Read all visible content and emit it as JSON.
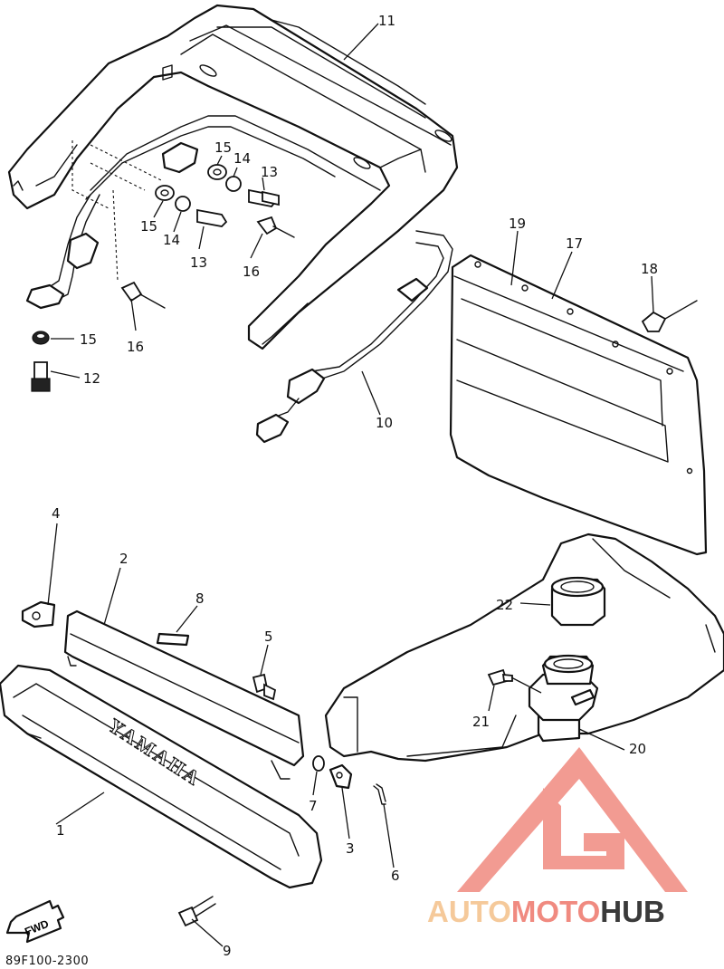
{
  "diagram_code": "89F100-2300",
  "brand_marking": "YAMAHA",
  "fwd_label": "FWD",
  "watermark": {
    "part1": "AUTO",
    "part2": "MOTO",
    "part3": "HUB",
    "color_light": "#f5c99a",
    "color_mid": "#f08a80",
    "color_dark": "#3a3a3a"
  },
  "callouts": {
    "c1": "1",
    "c2": "2",
    "c3": "3",
    "c4": "4",
    "c5": "5",
    "c6": "6",
    "c7": "7",
    "c8": "8",
    "c9": "9",
    "c10": "10",
    "c11": "11",
    "c12": "12",
    "c13a": "13",
    "c13b": "13",
    "c14a": "14",
    "c14b": "14",
    "c15a": "15",
    "c15b": "15",
    "c15c": "15",
    "c16a": "16",
    "c16b": "16",
    "c17": "17",
    "c18": "18",
    "c19": "19",
    "c20": "20",
    "c21": "21",
    "c22": "22"
  }
}
